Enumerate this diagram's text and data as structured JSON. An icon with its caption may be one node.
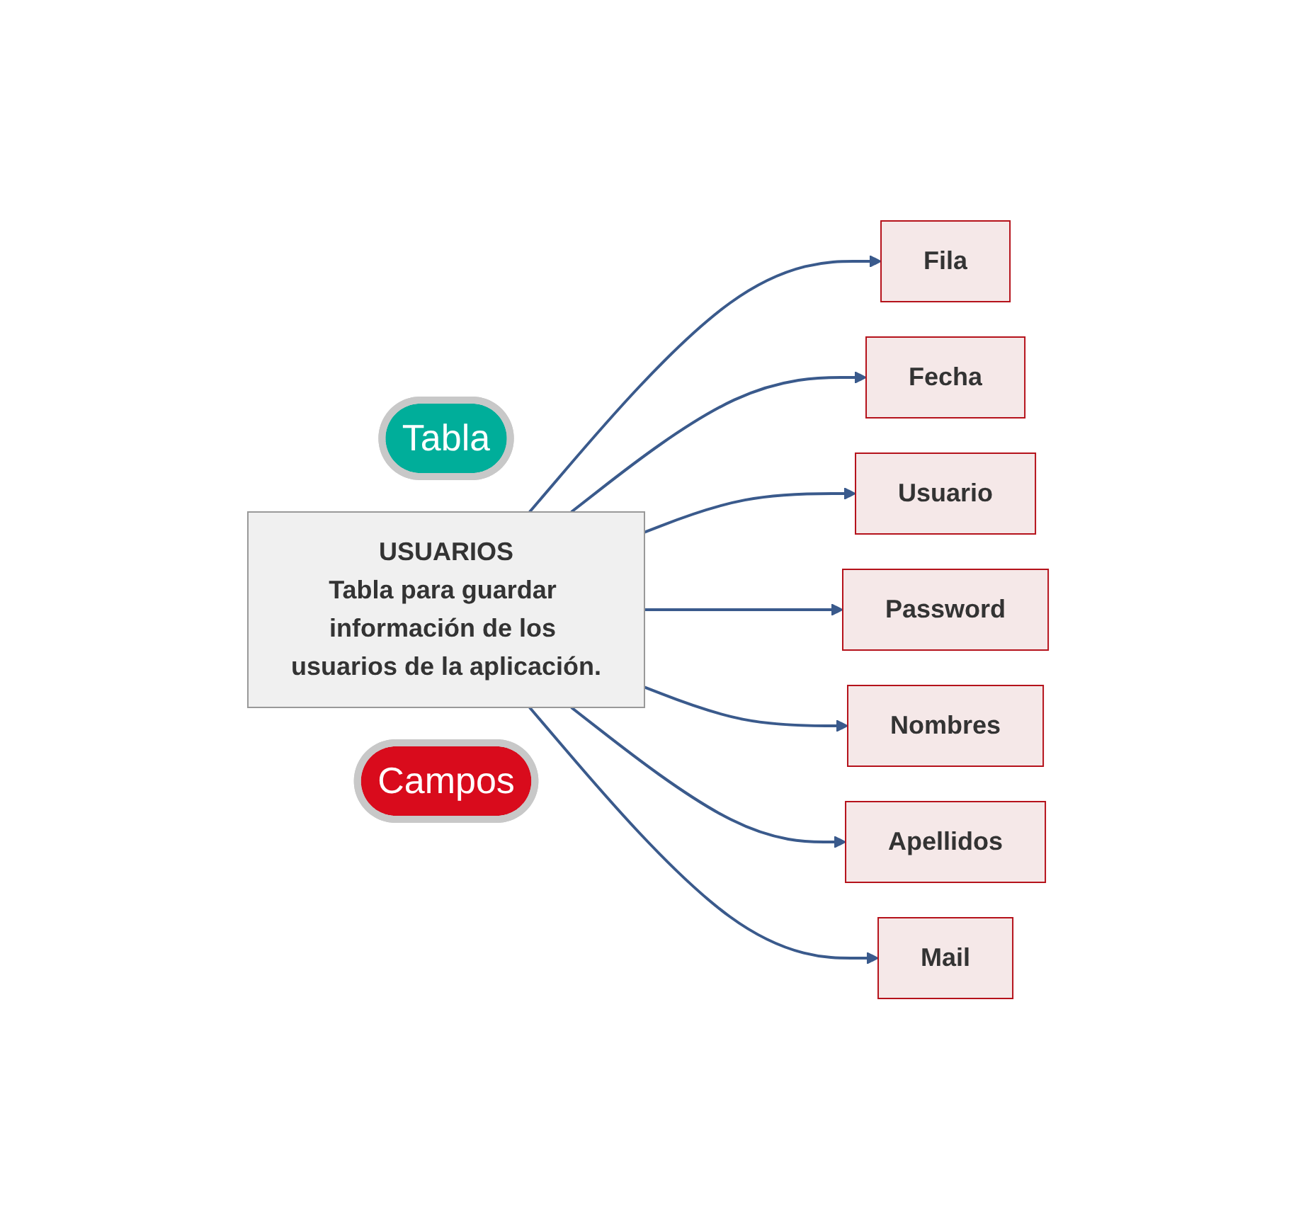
{
  "diagram": {
    "nodes": [
      {
        "text": [
          "Tabla"
        ]
      },
      {
        "text": [
          "USUARIOS",
          "Tabla para guardar información de los usuarios de la aplicación."
        ]
      },
      {
        "text": [
          "Campos"
        ]
      },
      {
        "text": [
          "Fila"
        ]
      },
      {
        "text": [
          "Fecha"
        ]
      },
      {
        "text": [
          "Usuario"
        ]
      },
      {
        "text": [
          "Password"
        ]
      },
      {
        "text": [
          "Nombres"
        ]
      },
      {
        "text": [
          "Apellidos"
        ]
      },
      {
        "text": [
          "Mail"
        ]
      }
    ],
    "edges": [
      {
        "from": 1,
        "to": 3,
        "arrow": "to"
      },
      {
        "from": 1,
        "to": 4,
        "arrow": "to"
      },
      {
        "from": 1,
        "to": 5,
        "arrow": "to"
      },
      {
        "from": 1,
        "to": 6,
        "arrow": "to"
      },
      {
        "from": 1,
        "to": 7,
        "arrow": "to"
      },
      {
        "from": 1,
        "to": 8,
        "arrow": "to"
      },
      {
        "from": 1,
        "to": 9,
        "arrow": "to"
      }
    ]
  }
}
